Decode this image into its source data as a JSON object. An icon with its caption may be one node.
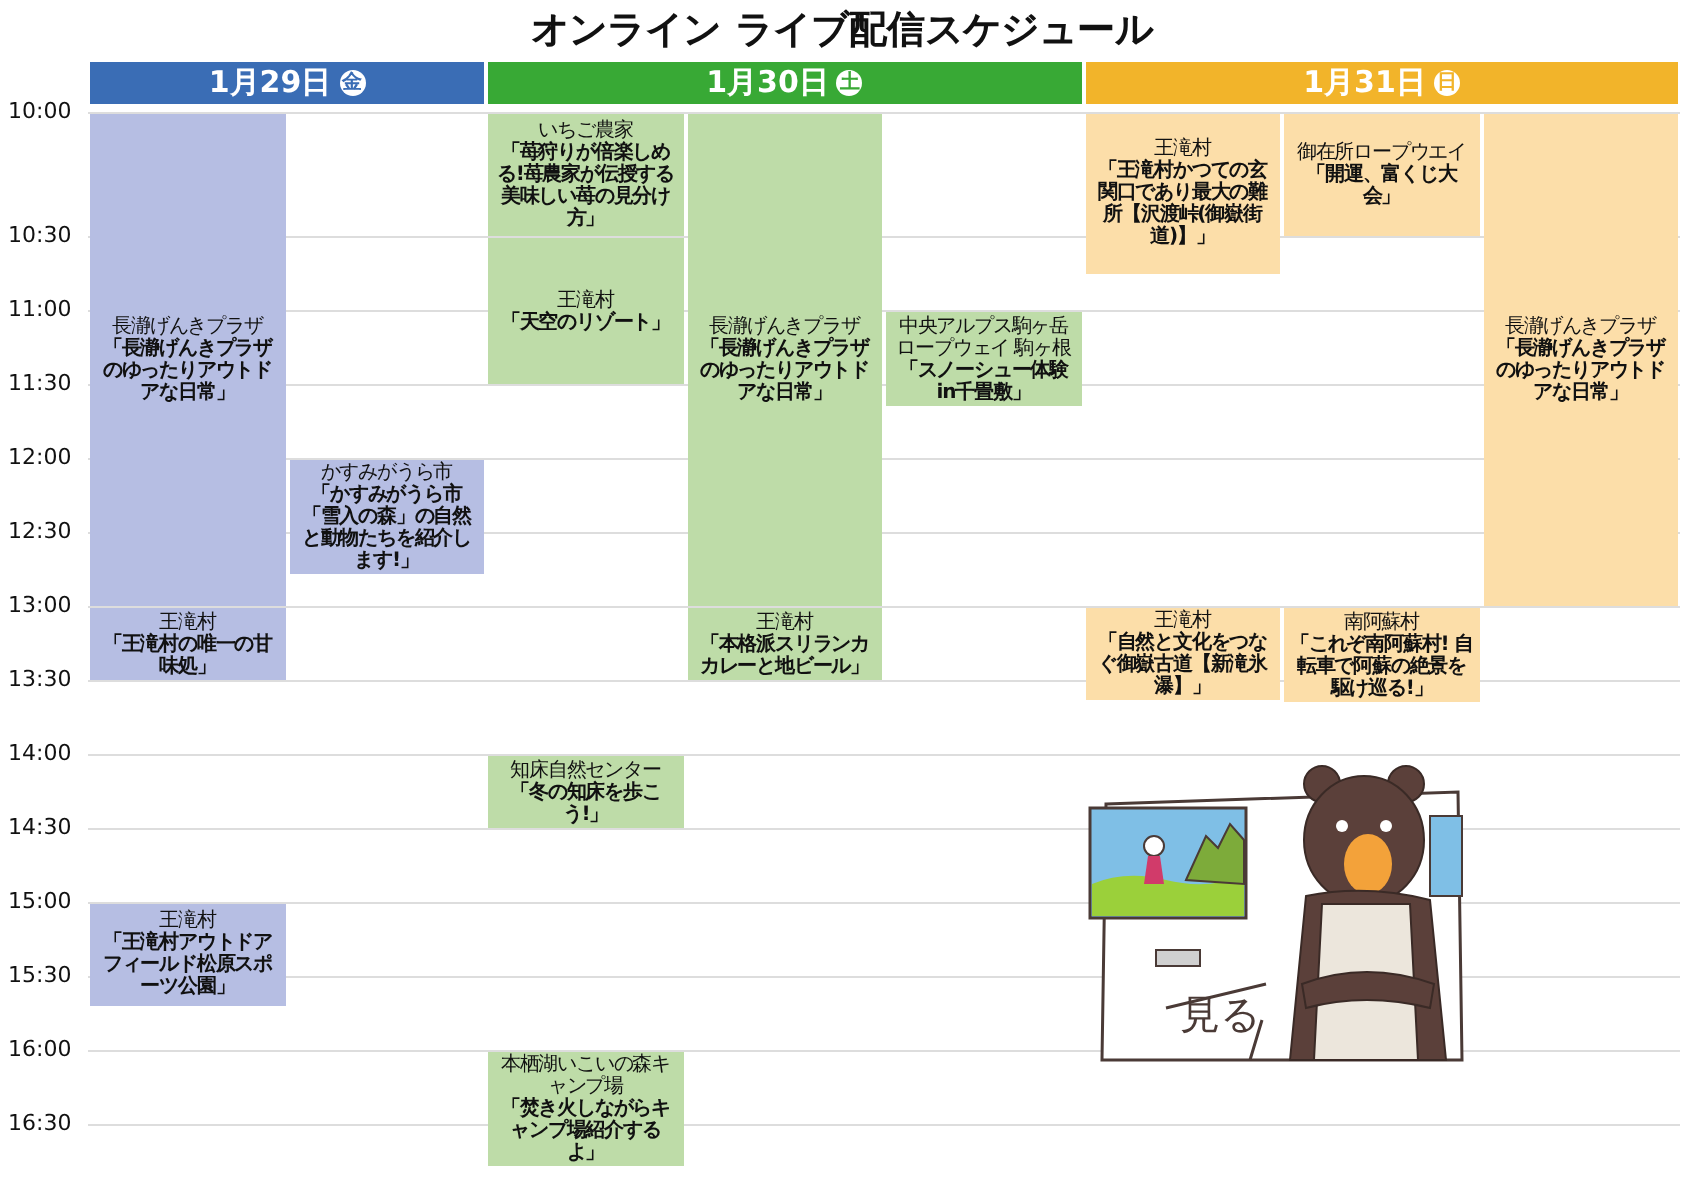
{
  "diagram": {
    "title": "オンライン ライブ配信スケジュール",
    "nodes": [
      {
        "text": [
          "1月29日",
          "金"
        ]
      },
      {
        "text": [
          "1月30日",
          "土"
        ]
      },
      {
        "text": [
          "1月31日",
          "日"
        ]
      },
      {
        "text": [
          "長瀞げんきプラザ",
          "「長瀞げんきプラザのゆったりアウトドアな日常」"
        ]
      },
      {
        "text": [
          "王滝村",
          "「王滝村の唯一の甘味処」"
        ]
      },
      {
        "text": [
          "かすみがうら市",
          "「かすみがうら市「雪入の森」の自然と動物たちを紹介します!」"
        ]
      },
      {
        "text": [
          "王滝村",
          "「王滝村アウトドアフィールド松原スポーツ公園」"
        ]
      },
      {
        "text": [
          "いちご農家",
          "「苺狩りが倍楽しめる!苺農家が伝授する美味しい苺の見分け方」"
        ]
      },
      {
        "text": [
          "王滝村",
          "「天空のリゾート」"
        ]
      },
      {
        "text": [
          "長瀞げんきプラザ",
          "「長瀞げんきプラザのゆったりアウトドアな日常」"
        ]
      },
      {
        "text": [
          "中央アルプス駒ヶ岳ロープウェイ 駒ヶ根",
          "「スノーシュー体験in千畳敷」"
        ]
      },
      {
        "text": [
          "王滝村",
          "「本格派スリランカカレーと地ビール」"
        ]
      },
      {
        "text": [
          "知床自然センター",
          "「冬の知床を歩こう!」"
        ]
      },
      {
        "text": [
          "本栖湖いこいの森キャンプ場",
          "「焚き火しながらキャンプ場紹介するよ」"
        ]
      },
      {
        "text": [
          "王滝村",
          "「王滝村かつての玄関口であり最大の難所【沢渡峠(御嶽街道)】」"
        ]
      },
      {
        "text": [
          "御在所ロープウエイ",
          "「開運、富くじ大会」"
        ]
      },
      {
        "text": [
          "長瀞げんきプラザ",
          "「長瀞げんきプラザのゆったりアウトドアな日常」"
        ]
      },
      {
        "text": [
          "王滝村",
          "「自然と文化をつなぐ御嶽古道【新滝氷瀑】」"
        ]
      },
      {
        "text": [
          "南阿蘇村",
          "「これぞ南阿蘇村! 自転車で阿蘇の絶景を駆け巡る!」"
        ]
      }
    ],
    "labels": [
      "10:00",
      "10:30",
      "11:00",
      "11:30",
      "12:00",
      "12:30",
      "13:00",
      "13:30",
      "14:00",
      "14:30",
      "15:00",
      "15:30",
      "16:00",
      "16:30",
      "見る"
    ]
  }
}
